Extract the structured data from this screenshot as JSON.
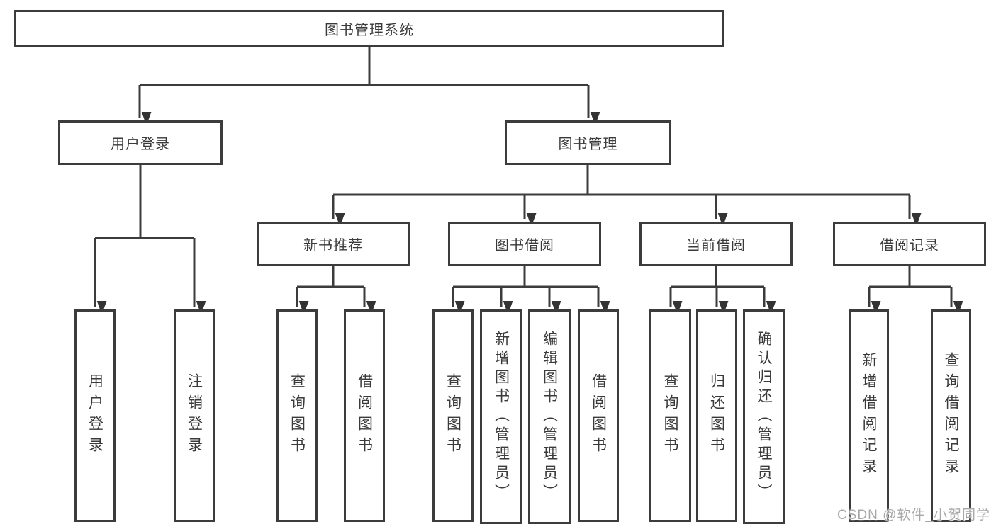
{
  "colors": {
    "line": "#3c3c3c",
    "border": "#3c3c3c",
    "text": "#3a3a3a",
    "watermark_text": "#a8a8a8",
    "background": "#ffffff"
  },
  "root": {
    "label": "图书管理系统"
  },
  "level2": {
    "user_login": "用户登录",
    "book_mgmt": "图书管理"
  },
  "level3": {
    "new_books": "新书推荐",
    "book_borrow": "图书借阅",
    "current_borrow": "当前借阅",
    "borrow_records": "借阅记录"
  },
  "leaves": {
    "user_login": [
      "用户登录",
      "注销登录"
    ],
    "new_books": [
      "查询图书",
      "借阅图书"
    ],
    "book_borrow": [
      "查询图书",
      "新增图书（管理员）",
      "编辑图书（管理员）",
      "借阅图书"
    ],
    "current_borrow": [
      "查询图书",
      "归还图书",
      "确认归还（管理员）"
    ],
    "borrow_records": [
      "新增借阅记录",
      "查询借阅记录"
    ]
  },
  "watermark": "CSDN @软件_小贺同学"
}
